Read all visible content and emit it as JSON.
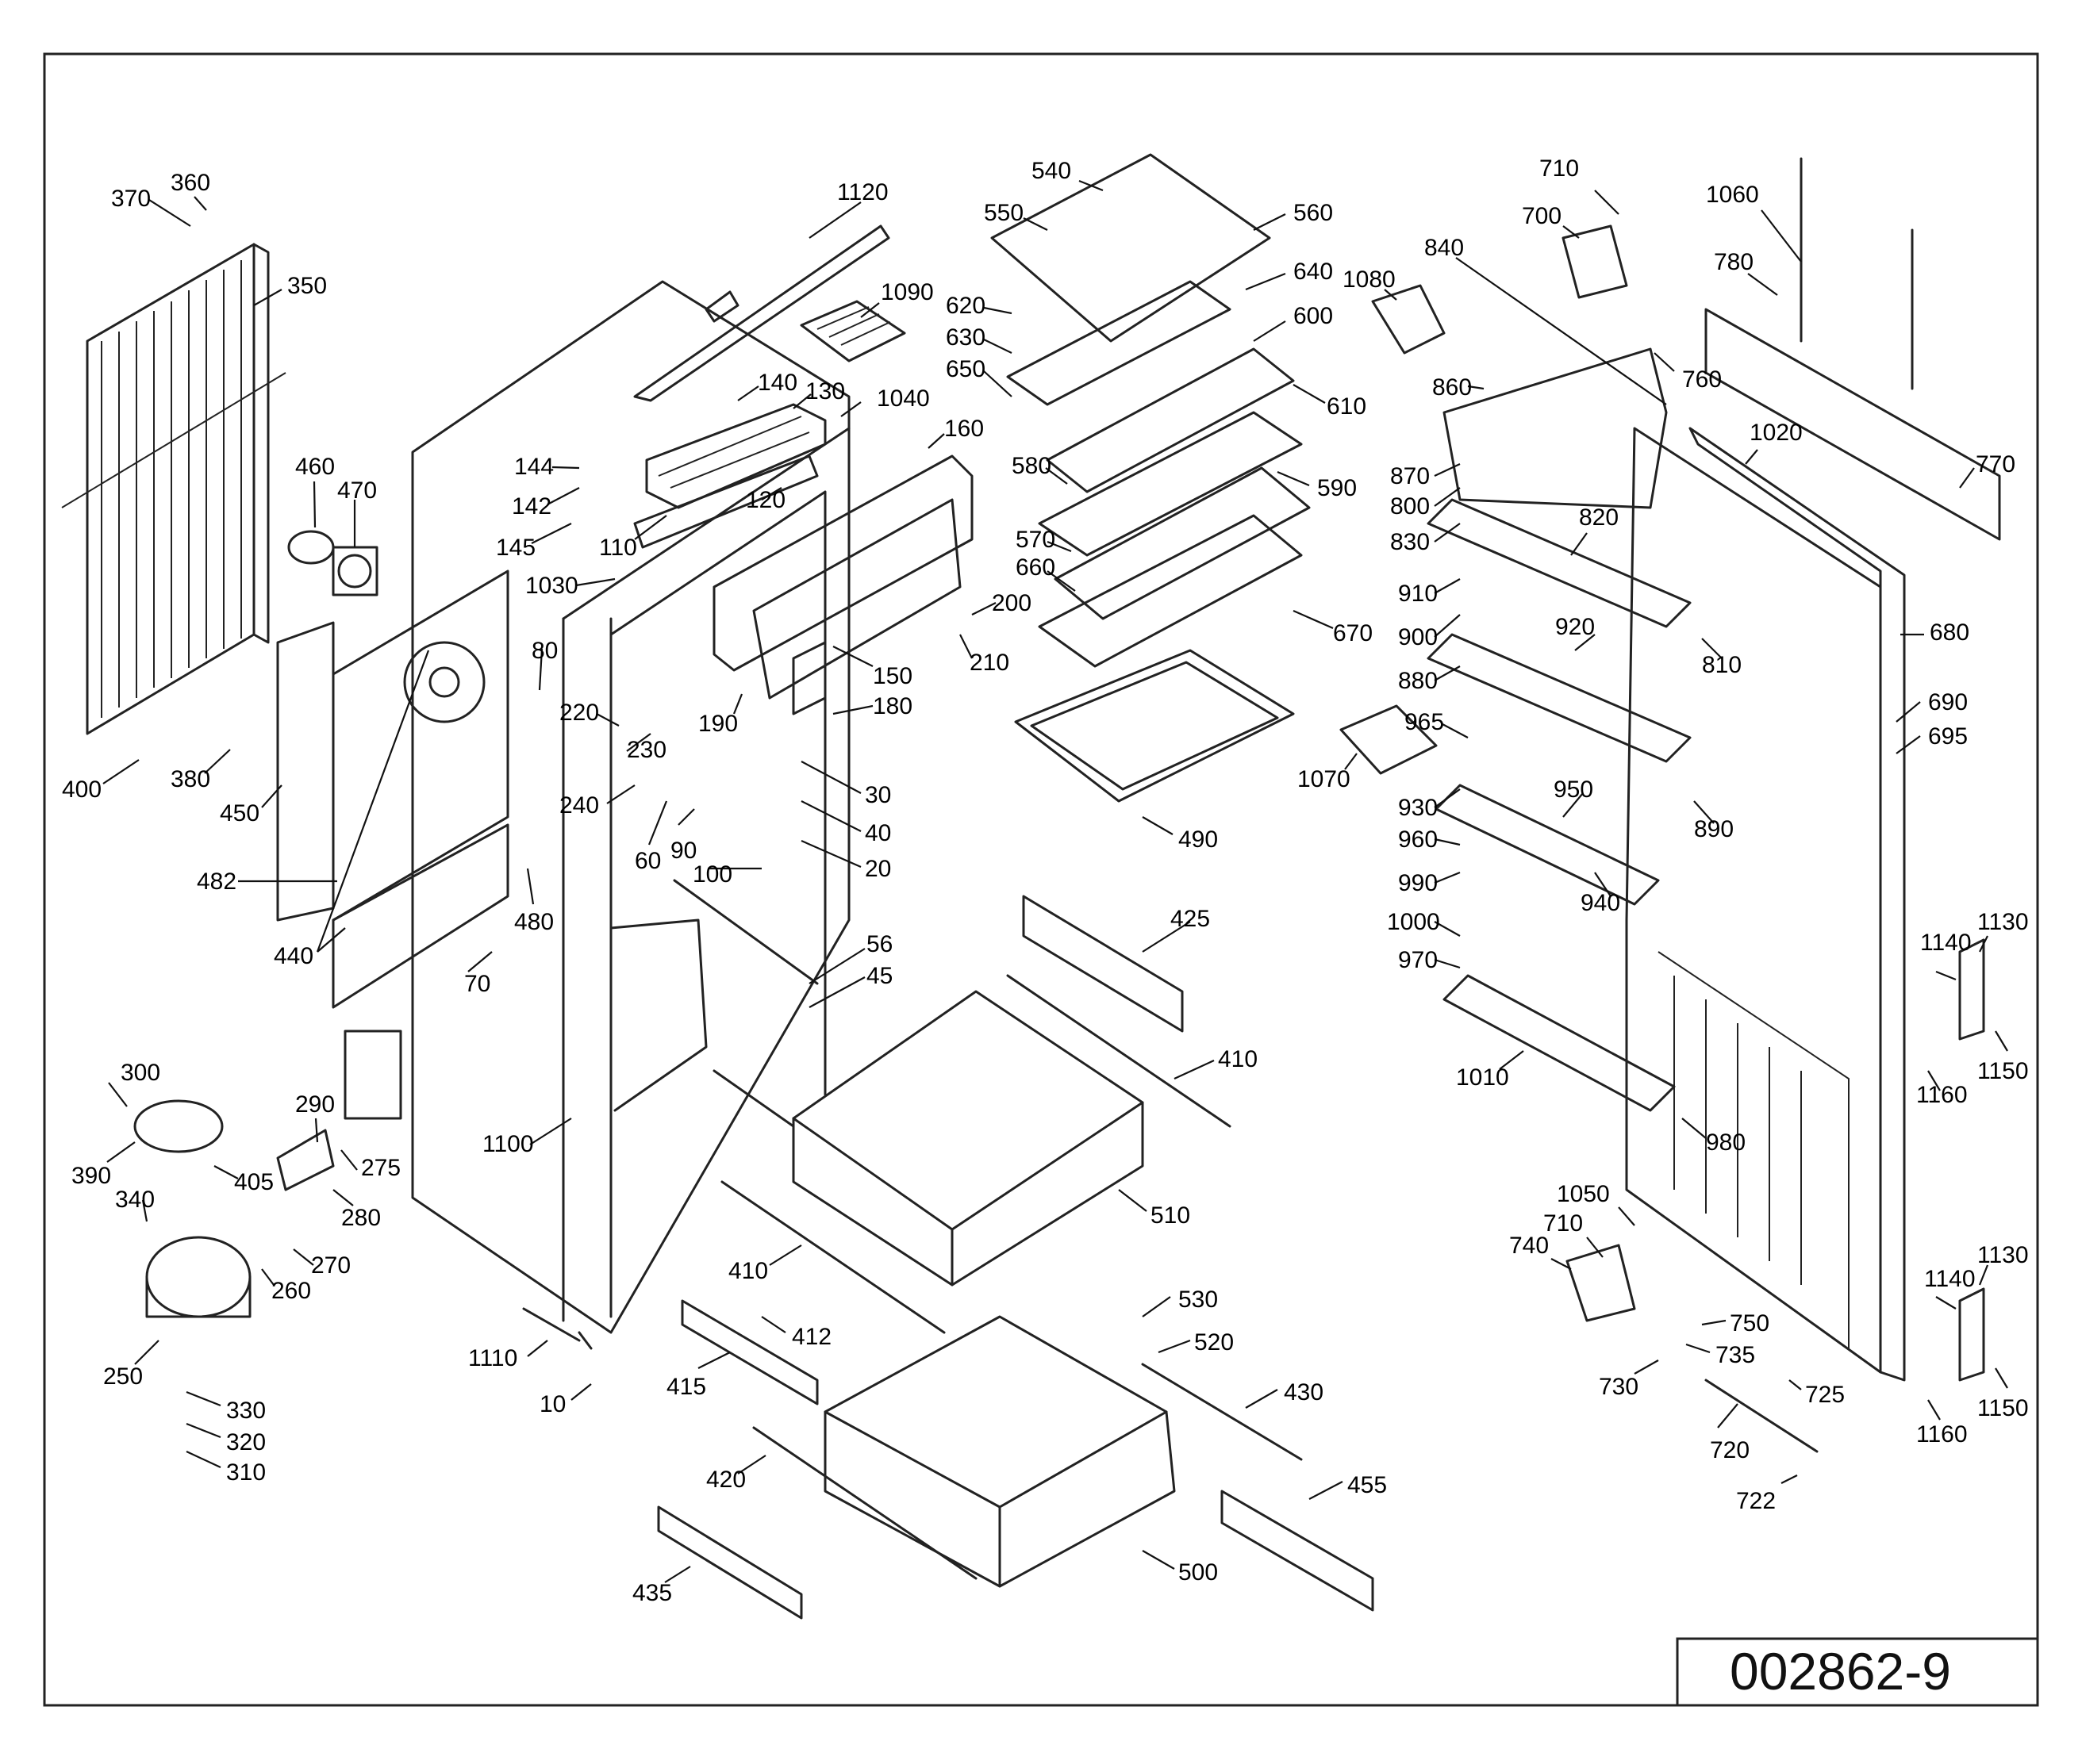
{
  "drawing": {
    "reference_code": "002862-9"
  },
  "callouts": [
    {
      "label": "370"
    },
    {
      "label": "360"
    },
    {
      "label": "350"
    },
    {
      "label": "400"
    },
    {
      "label": "380"
    },
    {
      "label": "460"
    },
    {
      "label": "470"
    },
    {
      "label": "450"
    },
    {
      "label": "482"
    },
    {
      "label": "440"
    },
    {
      "label": "480"
    },
    {
      "label": "70"
    },
    {
      "label": "80"
    },
    {
      "label": "1120"
    },
    {
      "label": "1090"
    },
    {
      "label": "140"
    },
    {
      "label": "130"
    },
    {
      "label": "1040"
    },
    {
      "label": "144"
    },
    {
      "label": "142"
    },
    {
      "label": "145"
    },
    {
      "label": "110"
    },
    {
      "label": "120"
    },
    {
      "label": "1030"
    },
    {
      "label": "160"
    },
    {
      "label": "150"
    },
    {
      "label": "180"
    },
    {
      "label": "190"
    },
    {
      "label": "200"
    },
    {
      "label": "210"
    },
    {
      "label": "220"
    },
    {
      "label": "230"
    },
    {
      "label": "240"
    },
    {
      "label": "60"
    },
    {
      "label": "90"
    },
    {
      "label": "100"
    },
    {
      "label": "30"
    },
    {
      "label": "40"
    },
    {
      "label": "20"
    },
    {
      "label": "56"
    },
    {
      "label": "45"
    },
    {
      "label": "1100"
    },
    {
      "label": "300"
    },
    {
      "label": "390"
    },
    {
      "label": "290"
    },
    {
      "label": "275"
    },
    {
      "label": "405"
    },
    {
      "label": "280"
    },
    {
      "label": "340"
    },
    {
      "label": "270"
    },
    {
      "label": "260"
    },
    {
      "label": "250"
    },
    {
      "label": "330"
    },
    {
      "label": "320"
    },
    {
      "label": "310"
    },
    {
      "label": "1110"
    },
    {
      "label": "10"
    },
    {
      "label": "540"
    },
    {
      "label": "550"
    },
    {
      "label": "560"
    },
    {
      "label": "640"
    },
    {
      "label": "620"
    },
    {
      "label": "630"
    },
    {
      "label": "650"
    },
    {
      "label": "600"
    },
    {
      "label": "610"
    },
    {
      "label": "580"
    },
    {
      "label": "590"
    },
    {
      "label": "570"
    },
    {
      "label": "660"
    },
    {
      "label": "670"
    },
    {
      "label": "490"
    },
    {
      "label": "425"
    },
    {
      "label": "410"
    },
    {
      "label": "510"
    },
    {
      "label": "410"
    },
    {
      "label": "412"
    },
    {
      "label": "415"
    },
    {
      "label": "530"
    },
    {
      "label": "520"
    },
    {
      "label": "430"
    },
    {
      "label": "420"
    },
    {
      "label": "435"
    },
    {
      "label": "500"
    },
    {
      "label": "455"
    },
    {
      "label": "1080"
    },
    {
      "label": "840"
    },
    {
      "label": "710"
    },
    {
      "label": "700"
    },
    {
      "label": "1060"
    },
    {
      "label": "780"
    },
    {
      "label": "760"
    },
    {
      "label": "860"
    },
    {
      "label": "1020"
    },
    {
      "label": "770"
    },
    {
      "label": "870"
    },
    {
      "label": "800"
    },
    {
      "label": "830"
    },
    {
      "label": "820"
    },
    {
      "label": "910"
    },
    {
      "label": "900"
    },
    {
      "label": "920"
    },
    {
      "label": "810"
    },
    {
      "label": "880"
    },
    {
      "label": "680"
    },
    {
      "label": "965"
    },
    {
      "label": "1070"
    },
    {
      "label": "930"
    },
    {
      "label": "950"
    },
    {
      "label": "890"
    },
    {
      "label": "690"
    },
    {
      "label": "695"
    },
    {
      "label": "960"
    },
    {
      "label": "990"
    },
    {
      "label": "940"
    },
    {
      "label": "1000"
    },
    {
      "label": "970"
    },
    {
      "label": "1010"
    },
    {
      "label": "980"
    },
    {
      "label": "1140"
    },
    {
      "label": "1130"
    },
    {
      "label": "1160"
    },
    {
      "label": "1150"
    },
    {
      "label": "1050"
    },
    {
      "label": "710"
    },
    {
      "label": "740"
    },
    {
      "label": "750"
    },
    {
      "label": "735"
    },
    {
      "label": "730"
    },
    {
      "label": "725"
    },
    {
      "label": "720"
    },
    {
      "label": "722"
    },
    {
      "label": "1140"
    },
    {
      "label": "1130"
    },
    {
      "label": "1150"
    },
    {
      "label": "1160"
    }
  ]
}
